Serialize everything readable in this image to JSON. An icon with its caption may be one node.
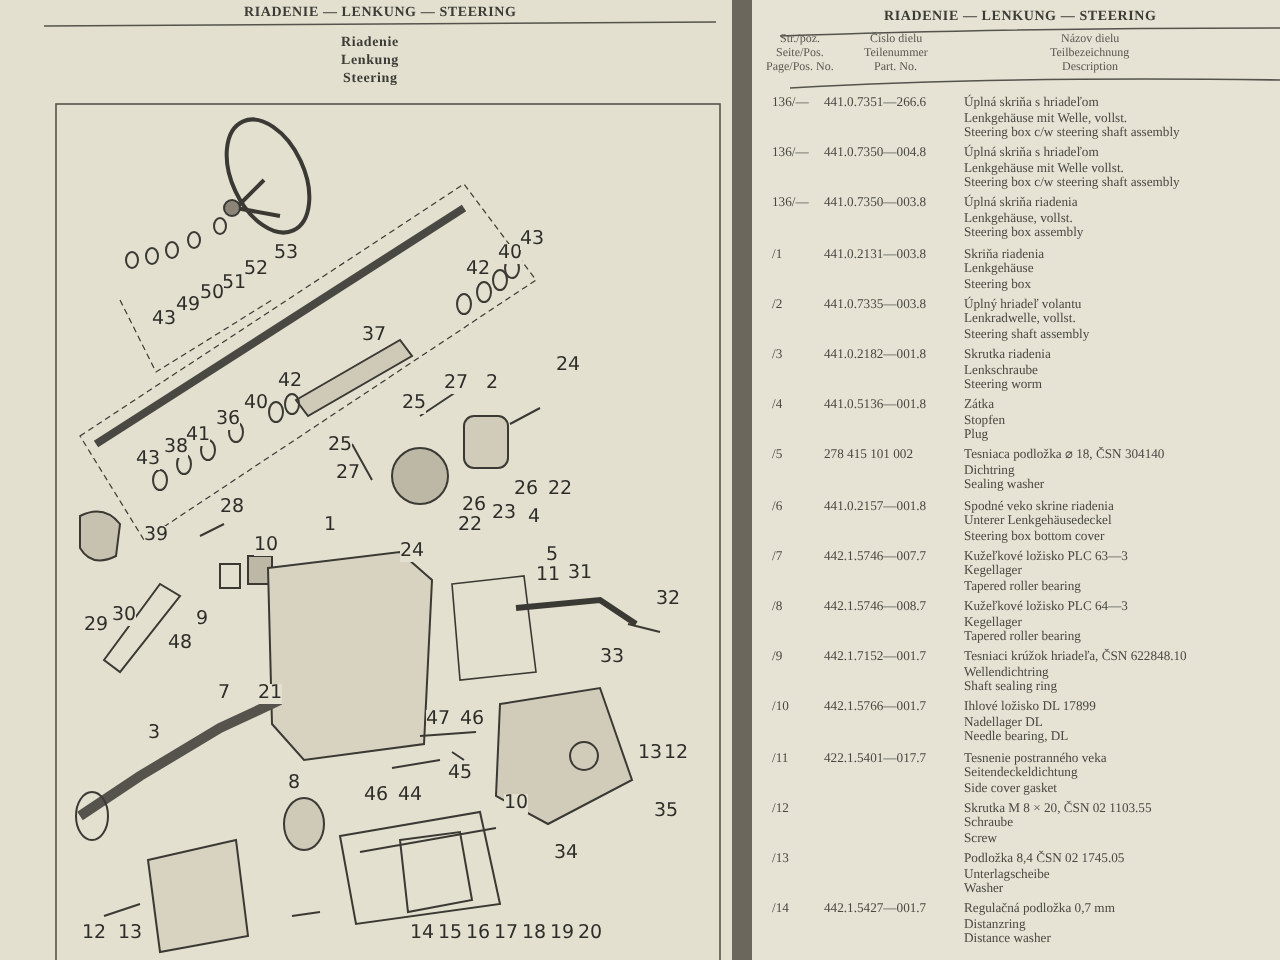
{
  "diagram": {
    "labels": [
      "RIADENIE — LENKUNG — STEERING",
      "Riadenie",
      "Lenkung",
      "Steering",
      "53",
      "52",
      "51",
      "50",
      "49",
      "43",
      "42",
      "40",
      "43",
      "37",
      "24",
      "27",
      "2",
      "25",
      "42",
      "40",
      "36",
      "41",
      "38",
      "43",
      "25",
      "27",
      "26",
      "22",
      "26",
      "23",
      "22",
      "4",
      "28",
      "39",
      "10",
      "1",
      "24",
      "5",
      "11",
      "31",
      "32",
      "29",
      "30",
      "9",
      "48",
      "33",
      "7",
      "21",
      "47",
      "46",
      "3",
      "13",
      "12",
      "45",
      "8",
      "46",
      "44",
      "10",
      "35",
      "34",
      "12",
      "13",
      "14",
      "15",
      "16",
      "17",
      "18",
      "19",
      "20",
      "RIADENIE — LENKUNG — STEERING",
      "Str./poz.",
      "Seite/Pos.",
      "Page/Pos. No.",
      "Číslo dielu",
      "Teilenummer",
      "Part. No.",
      "Názov dielu",
      "Teilbezeichnung",
      "Description",
      "136/—",
      "441.0.7351—266.6",
      "Úplná skriňa s hriadeľom",
      "Lenkgehäuse mit Welle, vollst.",
      "Steering box c/w steering shaft assembly",
      "136/—",
      "441.0.7350—004.8",
      "Úplná skriňa s hriadeľom",
      "Lenkgehäuse mit Welle vollst.",
      "Steering box c/w steering shaft assembly",
      "136/—",
      "441.0.7350—003.8",
      "Úplná skriňa riadenia",
      "Lenkgehäuse, vollst.",
      "Steering box assembly",
      "/1",
      "441.0.2131—003.8",
      "Skriňa riadenia",
      "Lenkgehäuse",
      "Steering box",
      "/2",
      "441.0.7335—003.8",
      "Úplný hriadeľ volantu",
      "Lenkradwelle, vollst.",
      "Steering shaft assembly",
      "/3",
      "441.0.2182—001.8",
      "Skrutka riadenia",
      "Lenkschraube",
      "Steering worm",
      "/4",
      "441.0.5136—001.8",
      "Zátka",
      "Stopfen",
      "Plug",
      "/5",
      "278 415 101 002",
      "Tesniaca podložka ⌀ 18, ČSN 304140",
      "Dichtring",
      "Sealing washer",
      "/6",
      "441.0.2157—001.8",
      "Spodné veko skrine riadenia",
      "Unterer Lenkgehäusedeckel",
      "Steering box bottom cover",
      "/7",
      "442.1.5746—007.7",
      "Kužeľkové ložisko PLC 63—3",
      "Kegellager",
      "Tapered roller bearing",
      "/8",
      "442.1.5746—008.7",
      "Kužeľkové ložisko PLC 64—3",
      "Kegellager",
      "Tapered roller bearing",
      "/9",
      "442.1.7152—001.7",
      "Tesniaci krúžok hriadeľa, ČSN 622848.10",
      "Wellendichtring",
      "Shaft sealing ring",
      "/10",
      "442.1.5766—001.7",
      "Ihlové ložisko DL 17899",
      "Nadellager DL",
      "Needle bearing, DL",
      "/11",
      "422.1.5401—017.7",
      "Tesnenie postranného veka",
      "Seitendeckeldichtung",
      "Side cover gasket",
      "/12",
      "Skrutka M 8 × 20, ČSN 02 1103.55",
      "Schraube",
      "Screw",
      "/13",
      "Podložka 8,4 ČSN 02 1745.05",
      "Unterlagscheibe",
      "Washer",
      "/14",
      "442.1.5427—001.7",
      "Regulačná podložka 0,7 mm",
      "Distanzring",
      "Distance washer"
    ]
  }
}
